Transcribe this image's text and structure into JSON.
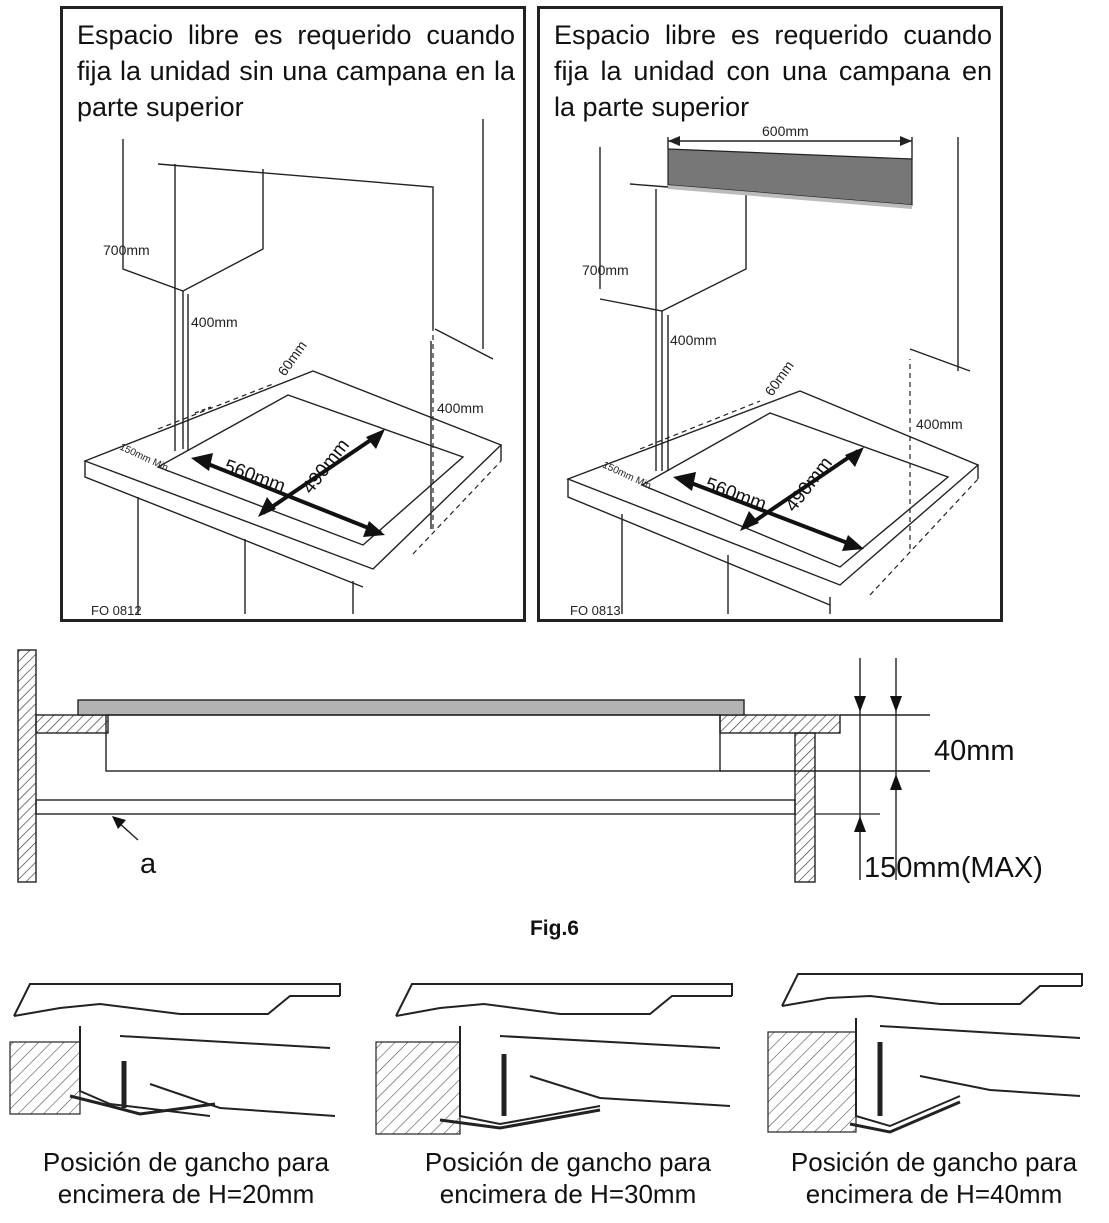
{
  "panels": {
    "left": {
      "text": "Espacio libre es requerido cuando fija la unidad sin una campana en la parte superior",
      "code": "FO 0812",
      "dims": {
        "h_total": "700mm",
        "h_cabinet": "400mm",
        "side": "400mm",
        "rear": "60mm",
        "front": "150mm Min.",
        "width": "560mm",
        "depth": "490mm"
      }
    },
    "right": {
      "text": "Espacio libre es requerido cuando fija la unidad con una campana en la parte superior",
      "code": "FO 0813",
      "dims": {
        "hood": "600mm",
        "h_total": "700mm",
        "h_cabinet": "400mm",
        "side": "400mm",
        "rear": "60mm",
        "front": "150mm Min.",
        "width": "560mm",
        "depth": "490mm"
      }
    }
  },
  "section": {
    "dim_top": "40mm",
    "dim_bottom": "150mm(MAX)",
    "marker": "a"
  },
  "fig_label": "Fig.6",
  "hooks": [
    {
      "line1": "Posición de gancho para",
      "line2": "encimera de H=20mm"
    },
    {
      "line1": "Posición de gancho para",
      "line2": "encimera de H=30mm"
    },
    {
      "line1": "Posición de gancho para",
      "line2": "encimera de H=40mm"
    }
  ]
}
